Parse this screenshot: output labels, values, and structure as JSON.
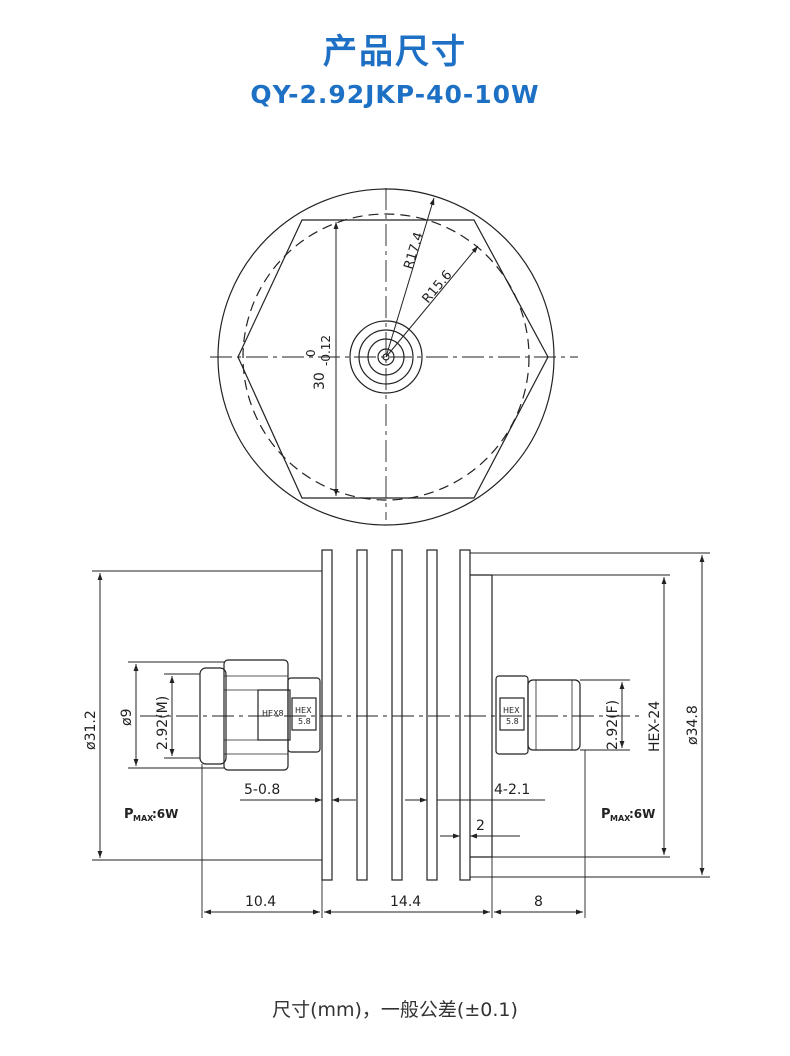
{
  "header": {
    "title": "产品尺寸",
    "model": "QY-2.92JKP-40-10W"
  },
  "top_view": {
    "radius_outer": "R17.4",
    "radius_inner": "R15.6",
    "dim_30_main": "30",
    "dim_30_upper": "0",
    "dim_30_lower": "-0.12"
  },
  "side_view": {
    "dia_31": "ø31.2",
    "dia_9": "ø9",
    "conn_m": "2.92(M)",
    "hex8": "HEX8",
    "hex_label_left": "HEX",
    "hex_value_left": "5.8",
    "hex_label_right": "HEX",
    "hex_value_right": "5.8",
    "conn_f": "2.92(F)",
    "hex24": "HEX-24",
    "dia_34": "ø34.8",
    "fin_left": "5-0.8",
    "fin_right": "4-2.1",
    "gap": "2",
    "len_a": "10.4",
    "len_b": "14.4",
    "len_c": "8",
    "pmax_left_p": "P",
    "pmax_left_sub": "MAX",
    "pmax_left_val": ":6W",
    "pmax_right_p": "P",
    "pmax_right_sub": "MAX",
    "pmax_right_val": ":6W"
  },
  "footer": {
    "note": "尺寸(mm)，一般公差(±0.1)"
  },
  "colors": {
    "title": "#1d70c4",
    "line": "#222222"
  }
}
